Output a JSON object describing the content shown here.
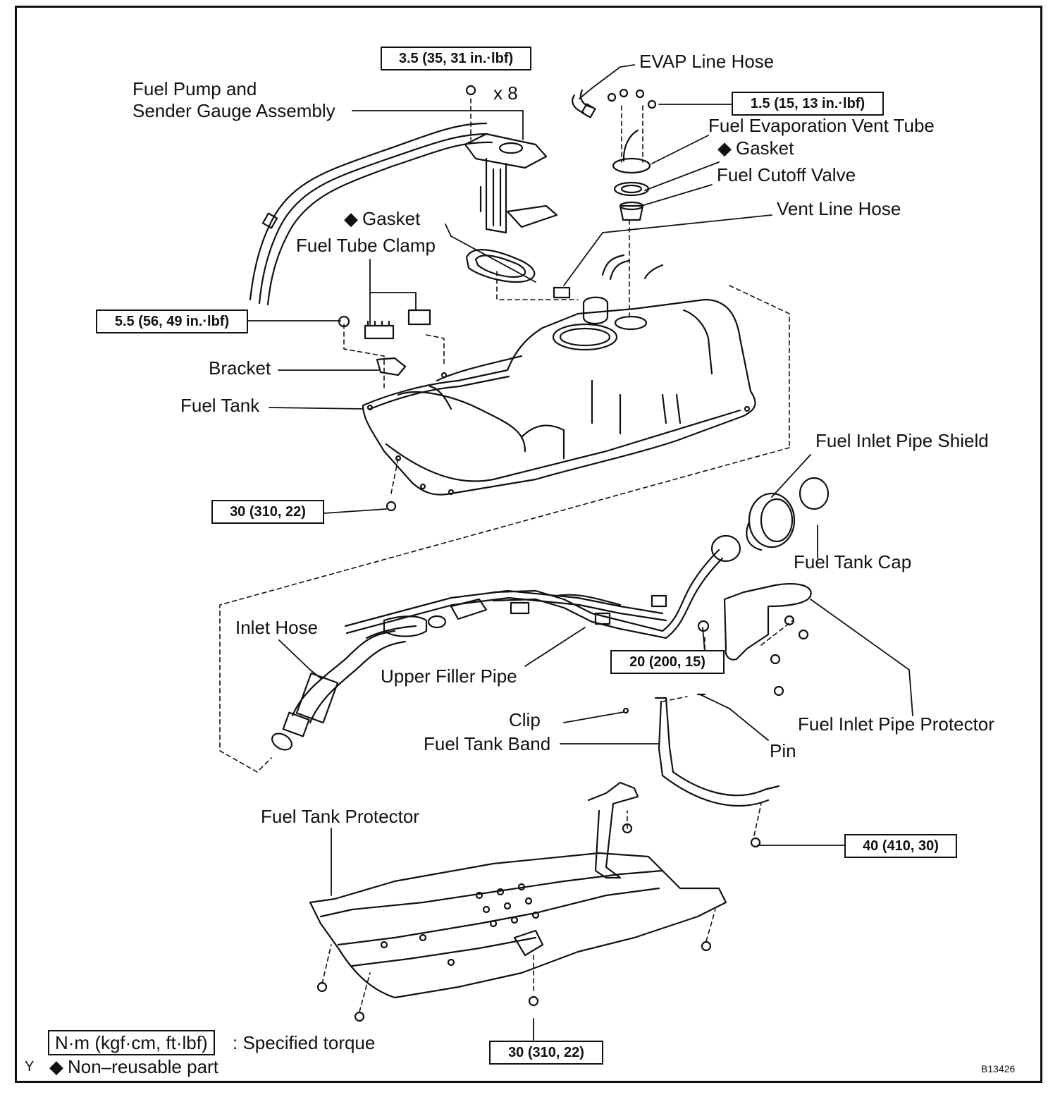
{
  "labels": {
    "evap_line_hose": "EVAP Line Hose",
    "fuel_pump_line1": "Fuel Pump and",
    "fuel_pump_line2": "Sender Gauge Assembly",
    "x8": "x 8",
    "fuel_evap_vent_tube": "Fuel Evaporation Vent Tube",
    "gasket_top": "Gasket",
    "fuel_cutoff_valve": "Fuel Cutoff Valve",
    "vent_line_hose": "Vent Line Hose",
    "gasket_left": "Gasket",
    "fuel_tube_clamp": "Fuel Tube Clamp",
    "bracket": "Bracket",
    "fuel_tank": "Fuel Tank",
    "fuel_inlet_pipe_shield": "Fuel Inlet Pipe Shield",
    "fuel_tank_cap": "Fuel Tank Cap",
    "inlet_hose": "Inlet Hose",
    "upper_filler_pipe": "Upper Filler Pipe",
    "fuel_inlet_pipe_protector": "Fuel Inlet Pipe Protector",
    "clip": "Clip",
    "fuel_tank_band": "Fuel Tank Band",
    "pin": "Pin",
    "fuel_tank_protector": "Fuel Tank Protector"
  },
  "torques": {
    "pump": "3.5 (35, 31 in.·lbf)",
    "evap": "1.5 (15, 13 in.·lbf)",
    "clamp": "5.5 (56, 49 in.·lbf)",
    "tank": "30 (310, 22)",
    "filler": "20 (200, 15)",
    "band": "40 (410, 30)",
    "protector": "30 (310, 22)"
  },
  "legend": {
    "unit": "N·m (kgf·cm, ft·lbf)",
    "unit_desc": ": Specified torque",
    "nonreusable": "Non–reusable part",
    "diamond": "◆"
  },
  "footer": {
    "left_mark": "Y",
    "figure_code": "B13426"
  },
  "colors": {
    "ink": "#111111",
    "paper": "#ffffff"
  }
}
